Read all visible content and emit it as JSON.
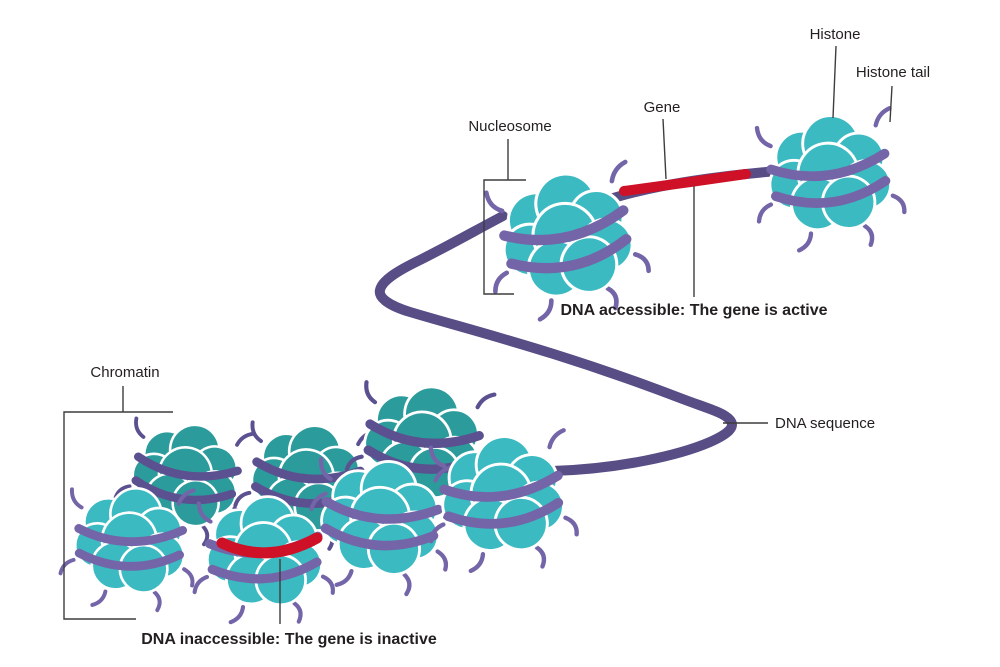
{
  "labels": {
    "histone": "Histone",
    "histone_tail": "Histone tail",
    "gene": "Gene",
    "nucleosome": "Nucleosome",
    "dna_accessible": "DNA accessible: The gene is active",
    "dna_sequence": "DNA sequence",
    "chromatin": "Chromatin",
    "dna_inaccessible": "DNA inaccessible: The gene is inactive"
  },
  "colors": {
    "histone_teal_light": "#3BBAC2",
    "histone_teal_dark": "#2B9C9B",
    "dna_wrap_purple": "#7465A8",
    "dna_wrap_purple_dark": "#5C5190",
    "dna_strand_purple": "#584D85",
    "gene_red": "#CE1126",
    "label_text": "#231F20",
    "leader_line": "#3D3D3D",
    "background": "#FFFFFF"
  },
  "parts": {
    "upper_nucleosomes": 2,
    "chromatin_cluster_nucleosomes": 7,
    "states": [
      "active (DNA accessible)",
      "inactive (DNA inaccessible)"
    ]
  }
}
